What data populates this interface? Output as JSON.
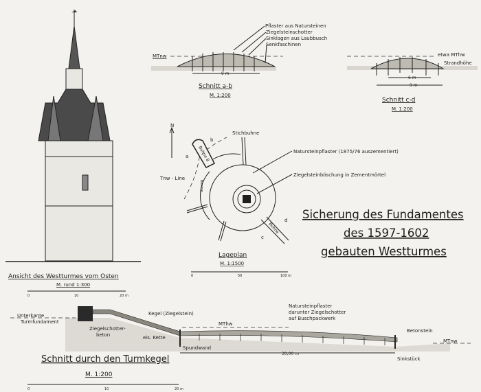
{
  "title": {
    "line1": "Sicherung des Fundamentes",
    "line2": "des 1597-1602",
    "line3": "gebauten Westturmes"
  },
  "tower_view": {
    "caption": "Ansicht des Westturmes vom Osten",
    "scale": "M. rund 1:300",
    "scale_ticks": [
      "0",
      "10",
      "20 m"
    ]
  },
  "section_ab": {
    "caption": "Schnitt a-b",
    "scale": "M. 1:200",
    "water_label": "MTnw",
    "width_label": "9 m",
    "layers": [
      "Pflaster aus Natursteinen",
      "Ziegelsteinschotter",
      "Sinklagen aus Laubbusch",
      "Senkfaschinen"
    ]
  },
  "section_cd": {
    "caption": "Schnitt c-d",
    "scale": "M. 1:200",
    "water_label": "etwa MThw",
    "beach_label": "Strandhöhe",
    "inner_width_label": "6 m",
    "outer_width_label": "9 m"
  },
  "site_plan": {
    "caption": "Lageplan",
    "scale": "M. 1:1500",
    "scale_ticks": [
      "0",
      "50",
      "100 m"
    ],
    "north": "N",
    "labels": {
      "stichbuhne": "Stichbuhne",
      "pavement": "Natursteinpflaster (1875/76 auszementiert)",
      "brick_slope": "Ziegelsteinböschung in Zementmörtel",
      "tnw_line": "Tnw - Line",
      "berme": "Berme",
      "buhne_b": "Buhne B",
      "buhne": "Buhne",
      "a": "a",
      "b": "b",
      "c": "c",
      "d": "d"
    }
  },
  "cone_section": {
    "caption": "Schnitt durch den Turmkegel",
    "scale": "M. 1:200",
    "scale_ticks": [
      "0",
      "10",
      "20 m"
    ],
    "labels": {
      "unterkante": "Unterkante",
      "turmfundament": "Turmfundament",
      "ziegelschotter": "Ziegelschotter-",
      "beton": "beton",
      "kegel": "Kegel (Ziegelstein)",
      "mthw": "MThw",
      "eis_kette": "eis. Kette",
      "spundwand": "Spundwand",
      "pavement1": "Natursteinpflaster",
      "pavement2": "darunter Ziegelschotter",
      "pavement3": "auf Buschpackwerk",
      "length": "30,00 m",
      "betonstein": "Betonstein",
      "mtnw": "MTnw",
      "sinkstueck": "Sinkstück"
    }
  }
}
